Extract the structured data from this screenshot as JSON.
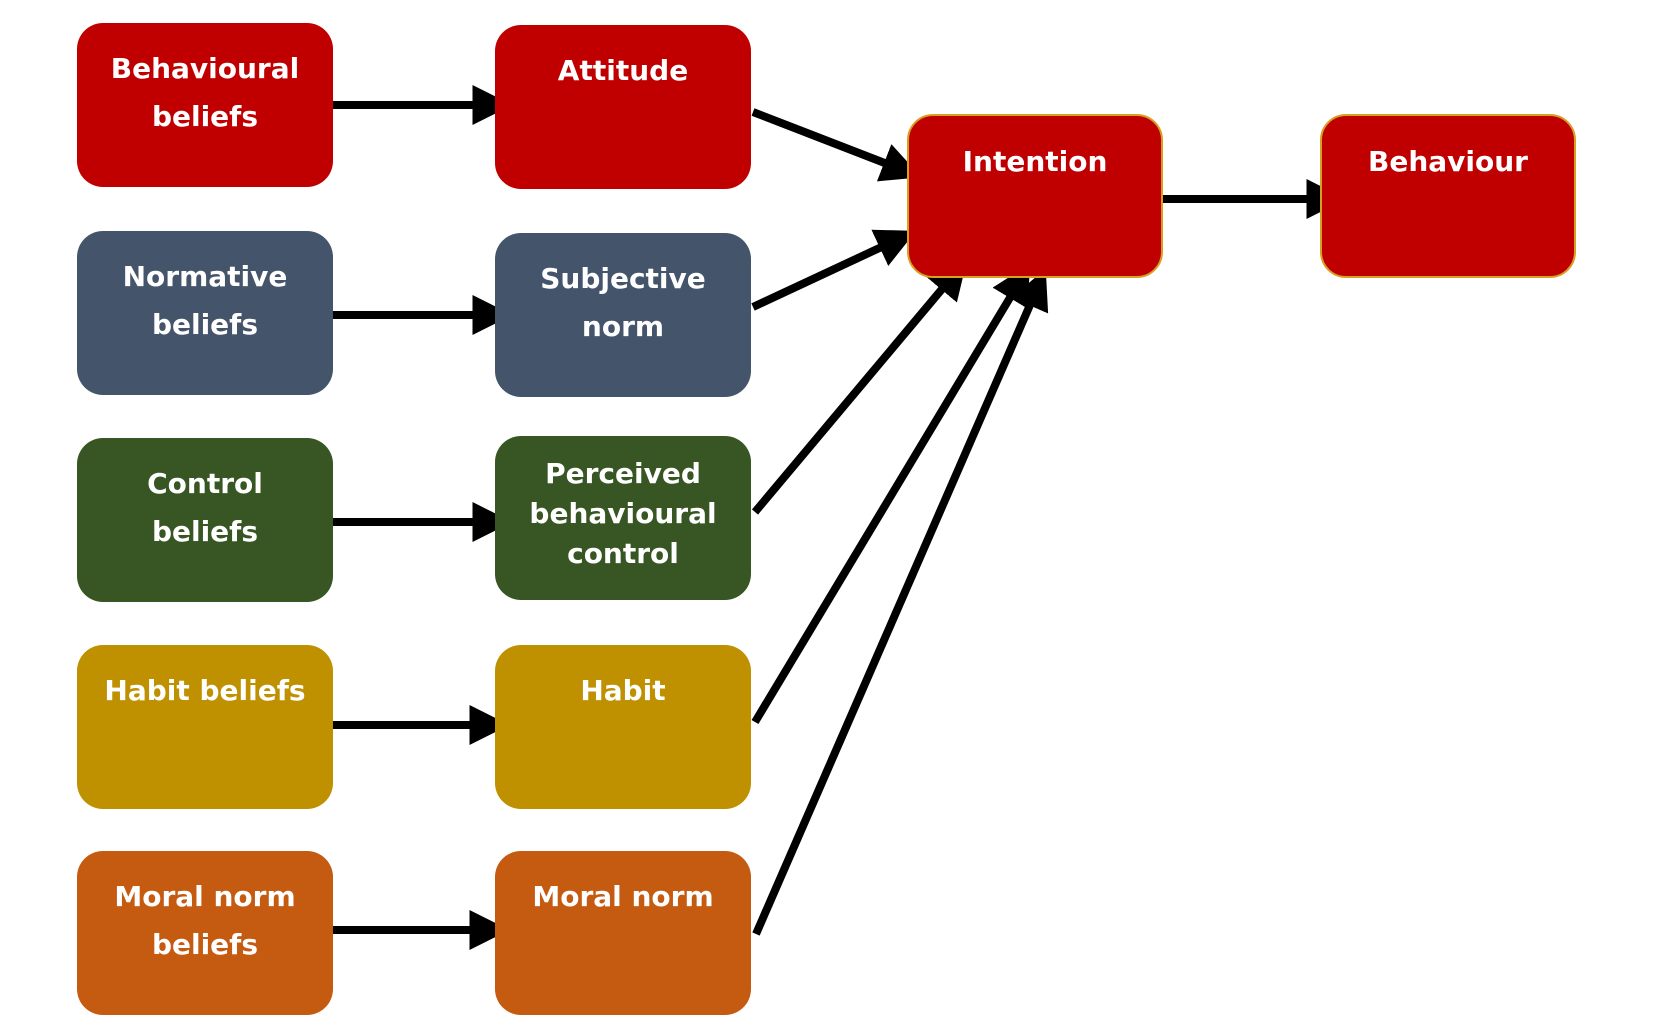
{
  "nodes": {
    "behavioural_beliefs": "Behavioural\nbeliefs",
    "attitude": "Attitude",
    "intention": "Intention",
    "behaviour": "Behaviour",
    "normative_beliefs": "Normative\nbeliefs",
    "subjective_norm": "Subjective\nnorm",
    "control_beliefs": "Control\nbeliefs",
    "perceived_behavioural_control": "Perceived\nbehavioural\ncontrol",
    "habit_beliefs": "Habit beliefs",
    "habit": "Habit",
    "moral_norm_beliefs": "Moral norm\nbeliefs",
    "moral_norm": "Moral norm"
  },
  "edges": [
    {
      "from": "behavioural_beliefs",
      "to": "attitude"
    },
    {
      "from": "normative_beliefs",
      "to": "subjective_norm"
    },
    {
      "from": "control_beliefs",
      "to": "perceived_behavioural_control"
    },
    {
      "from": "habit_beliefs",
      "to": "habit"
    },
    {
      "from": "moral_norm_beliefs",
      "to": "moral_norm"
    },
    {
      "from": "attitude",
      "to": "intention"
    },
    {
      "from": "subjective_norm",
      "to": "intention"
    },
    {
      "from": "perceived_behavioural_control",
      "to": "intention"
    },
    {
      "from": "habit",
      "to": "intention"
    },
    {
      "from": "moral_norm",
      "to": "intention"
    },
    {
      "from": "intention",
      "to": "behaviour"
    }
  ],
  "colors": {
    "attitude_row": "#c00000",
    "norm_row": "#44546a",
    "control_row": "#375623",
    "habit_row": "#bf9000",
    "moral_row": "#c55a11",
    "arrow": "#000000"
  }
}
